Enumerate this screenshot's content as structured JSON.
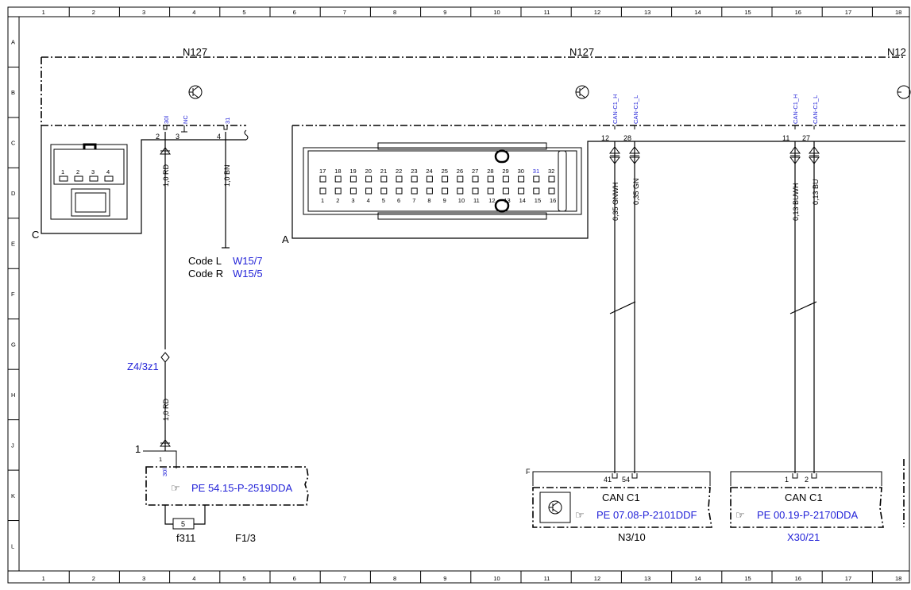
{
  "grid": {
    "columns": [
      "1",
      "2",
      "3",
      "4",
      "5",
      "6",
      "7",
      "8",
      "9",
      "10",
      "11",
      "12",
      "13",
      "14",
      "15",
      "16",
      "17",
      "18"
    ],
    "rows": [
      "A",
      "B",
      "C",
      "D",
      "E",
      "F",
      "G",
      "H",
      "J",
      "K",
      "L"
    ]
  },
  "modules": {
    "n127_a": "N127",
    "n127_b": "N127",
    "n127_c": "N12"
  },
  "connectors": {
    "c_label": "C",
    "a_label": "A",
    "c_pins": [
      "1",
      "2",
      "3",
      "4"
    ],
    "a_pins_top": [
      "17",
      "18",
      "19",
      "20",
      "21",
      "22",
      "23",
      "24",
      "25",
      "26",
      "27",
      "28",
      "29",
      "30",
      "31",
      "32"
    ],
    "a_pins_bottom": [
      "1",
      "2",
      "3",
      "4",
      "5",
      "6",
      "7",
      "8",
      "9",
      "10",
      "11",
      "12",
      "13",
      "14",
      "15",
      "16"
    ]
  },
  "pins": {
    "p2": "2",
    "p3": "3",
    "p4": "4",
    "p12": "12",
    "p28": "28",
    "p11": "11",
    "p27": "27",
    "p41": "41",
    "p54": "54",
    "p1": "1",
    "p2b": "2",
    "p1f": "1",
    "p11f": "11"
  },
  "signals": {
    "s30l": "30l",
    "snc": "NC",
    "s31": "31",
    "can_h_1": "CAN-C1_H",
    "can_l_1": "CAN-C1_L",
    "can_h_2": "CAN-C1_H",
    "can_l_2": "CAN-C1_L",
    "s30l_f": "30l"
  },
  "wires": {
    "rd1": "1,0 RD",
    "bn": "1,0 BN",
    "rd2": "1,0 RD",
    "gnwh": "0,35 GNWH",
    "gn": "0,35 GN",
    "buwh": "0,13 BUWH",
    "bu": "0,13 BU"
  },
  "codes": {
    "code_l": "Code L",
    "code_l_ref": "W15/7",
    "code_r": "Code R",
    "code_r_ref": "W15/5"
  },
  "splice": "Z4/3z1",
  "fuse_block": {
    "ref": "PE 54.15-P-2519DDA",
    "fuse_num": "5",
    "fuse_name": "f311",
    "block_name": "F1/3"
  },
  "n3_10": {
    "connector": "F",
    "bus": "CAN C1",
    "ref": "PE 07.08-P-2101DDF",
    "name": "N3/10"
  },
  "x30_21": {
    "bus": "CAN C1",
    "ref": "PE 00.19-P-2170DDA",
    "name": "X30/21"
  },
  "colors": {
    "link": "#2323d8",
    "ink": "#000000"
  }
}
